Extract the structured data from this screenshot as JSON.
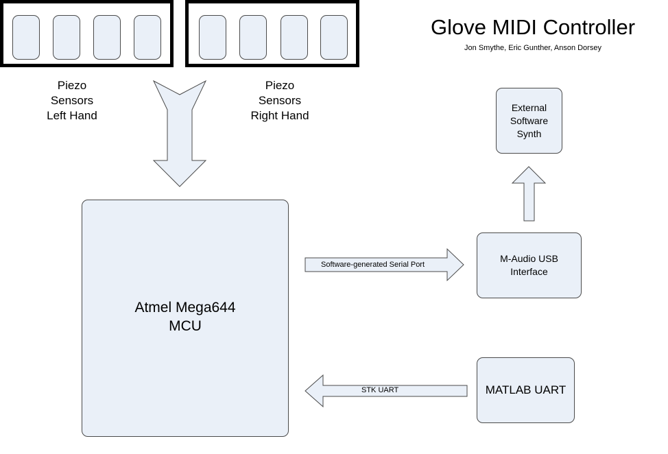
{
  "header": {
    "title": "Glove MIDI Controller",
    "authors": "Jon Smythe, Eric Gunther, Anson Dorsey"
  },
  "sensors": {
    "left_label": [
      "Piezo",
      "Sensors",
      "Left Hand"
    ],
    "right_label": [
      "Piezo",
      "Sensors",
      "Right Hand"
    ]
  },
  "blocks": {
    "mcu": [
      "Atmel Mega644",
      "MCU"
    ],
    "usb_interface": [
      "M-Audio USB",
      "Interface"
    ],
    "synth": [
      "External",
      "Software",
      "Synth"
    ],
    "matlab": "MATLAB UART"
  },
  "connections": {
    "serial": "Software-generated Serial Port",
    "stk": "STK UART"
  },
  "colors": {
    "block_fill": "#eaf0f8",
    "outline": "#4a4a4a"
  }
}
